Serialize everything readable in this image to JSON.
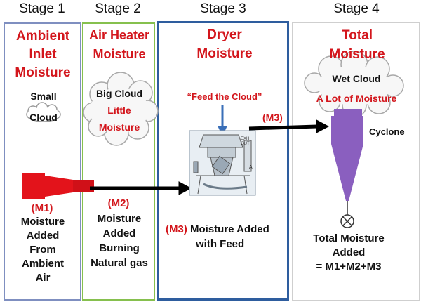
{
  "colors": {
    "stage1_border": "#7f8fc0",
    "stage2_border": "#86c04e",
    "stage3_border": "#2e5d9e",
    "stage4_border": "#cfcfcf",
    "label_red": "#d3161c",
    "heater_red": "#e3131b",
    "cyclone_purple": "#8a5fbf"
  },
  "stages": [
    {
      "heading": "Stage 1",
      "title_lines": [
        "Ambient",
        "Inlet",
        "Moisture"
      ],
      "cloud_lines": [
        "Small",
        "Cloud"
      ],
      "marker": "(M1)",
      "desc_lines": [
        "Moisture",
        "Added",
        "From",
        "Ambient",
        "Air"
      ]
    },
    {
      "heading": "Stage 2",
      "title_lines": [
        "Air Heater",
        "Moisture"
      ],
      "cloud_lines": [
        "Big Cloud",
        "Little",
        "Moisture"
      ],
      "marker": "(M2)",
      "desc_lines": [
        "Moisture",
        "Added",
        "Burning",
        "Natural gas"
      ]
    },
    {
      "heading": "Stage 3",
      "title_lines": [
        "Dryer",
        "Moisture"
      ],
      "callout": "“Feed the Cloud”",
      "marker_top": "(M3)",
      "marker": "(M3)",
      "desc_lines": [
        "Moisture Added",
        "with Feed"
      ],
      "dryer_labels": [
        "EXH",
        "OUT",
        "A"
      ]
    },
    {
      "heading": "Stage 4",
      "title_lines": [
        "Total",
        "Moisture"
      ],
      "cloud_lines": [
        "Wet Cloud",
        "A Lot of Moisture"
      ],
      "equipment_label": "Cyclone",
      "desc_lines": [
        "Total Moisture",
        "Added",
        "= M1+M2+M3"
      ]
    }
  ]
}
